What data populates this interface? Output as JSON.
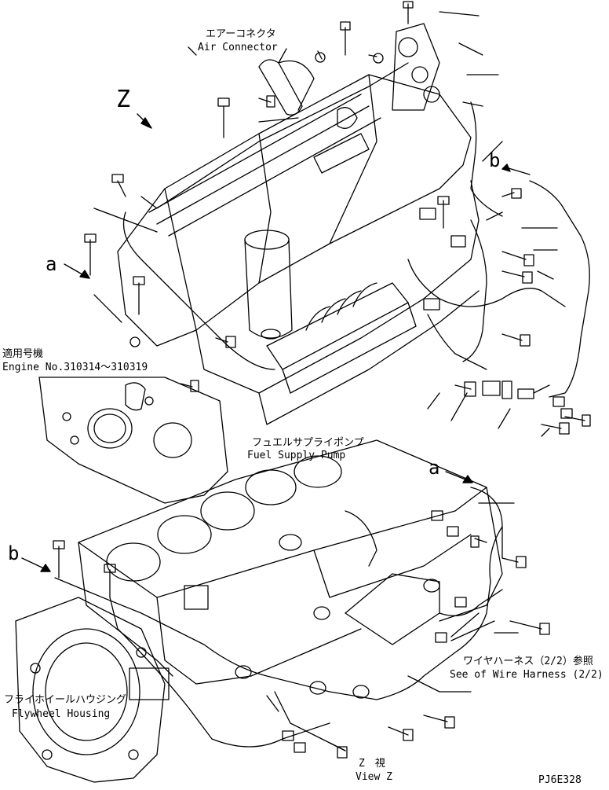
{
  "labels": {
    "air_connector_ja": "エアーコネクタ",
    "air_connector_en": "Air Connector",
    "view_marker": "Z",
    "ref_a_top": "a",
    "ref_b_top": "b",
    "applicable_ja": "適用号機",
    "engine_no": "Engine No.310314～310319",
    "fuel_pump_ja": "フュエルサプライポンプ",
    "fuel_pump_en": "Fuel Supply Pump",
    "ref_a_bottom": "a",
    "ref_b_bottom": "b",
    "harness_ref_ja": "ワイヤハーネス（2/2）参照",
    "harness_ref_en": "See of Wire Harness (2/2)",
    "flywheel_ja": "フライホイールハウジング",
    "flywheel_en": "Flywheel Housing",
    "view_z_ja": "Z　視",
    "view_z_en": "View Z",
    "drawing_code": "PJ6E328"
  }
}
